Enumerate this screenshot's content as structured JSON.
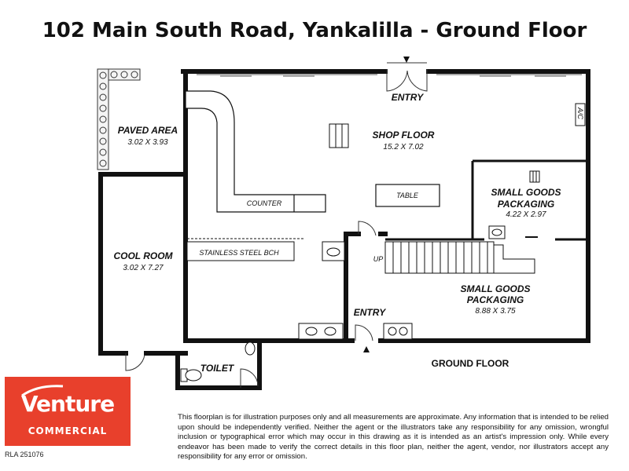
{
  "title": "102 Main South Road, Yankalilla - Ground Floor",
  "rooms": {
    "paved_area": {
      "name": "PAVED AREA",
      "dims": "3.02 X 3.93"
    },
    "shop_floor": {
      "name": "SHOP FLOOR",
      "dims": "15.2 X 7.02"
    },
    "small_goods_1": {
      "name_1": "SMALL GOODS",
      "name_2": "PACKAGING",
      "dims": "4.22 X 2.97"
    },
    "cool_room": {
      "name": "COOL ROOM",
      "dims": "3.02 X 7.27"
    },
    "small_goods_2": {
      "name_1": "SMALL GOODS",
      "name_2": "PACKAGING",
      "dims": "8.88 X 3.75"
    },
    "toilet": {
      "name": "TOILET"
    }
  },
  "labels": {
    "entry_top": "ENTRY",
    "entry_bottom": "ENTRY",
    "counter": "COUNTER",
    "table": "TABLE",
    "stainless_bench": "STAINLESS STEEL BCH",
    "up": "UP",
    "ac": "A/C",
    "ground_floor": "GROUND FLOOR"
  },
  "logo": {
    "word": "Venture",
    "sub": "COMMERCIAL"
  },
  "rla": "RLA 251076",
  "disclaimer": "This floorplan is for illustration purposes only and all measurements are approximate. Any information that is intended to be relied upon should be independently verified. Neither the agent or the illustrators take any responsibility for any omission, wrongful inclusion or typographical error which may occur in this drawing as it is intended as an artist's impression only. While every endeavor has been made to verify the correct details in this floor plan, neither the agent, vendor, nor illustrators accept any responsibility for any error or omission.",
  "colors": {
    "wall": "#111111",
    "brand": "#e8402c"
  }
}
